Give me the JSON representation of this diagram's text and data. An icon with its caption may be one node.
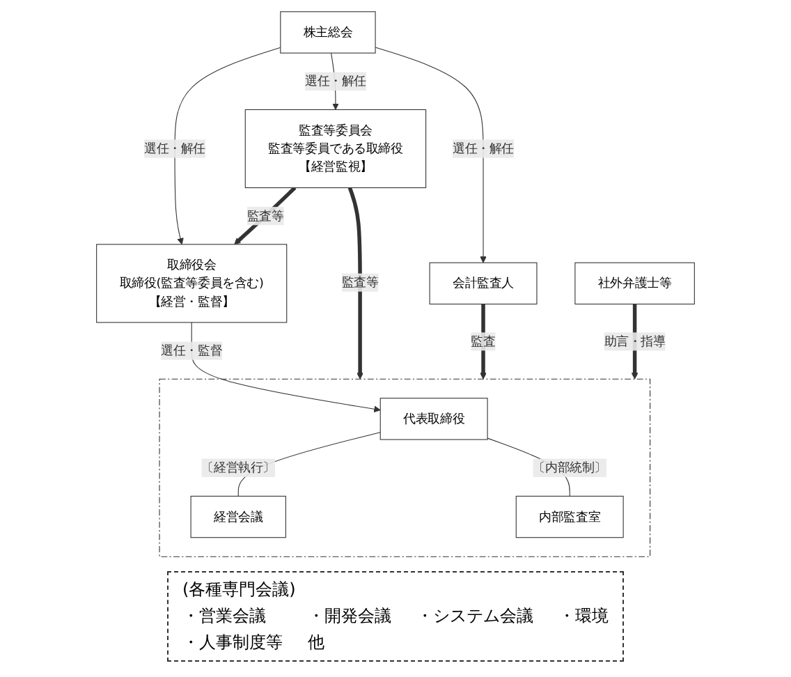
{
  "diagram": {
    "nodes": [
      {
        "text": [
          "株主総会"
        ]
      },
      {
        "text": [
          "取締役会",
          "取締役(監査等委員を含む)",
          "【経営・監督】"
        ]
      },
      {
        "text": [
          "監査等委員会",
          "監査等委員である取締役",
          "【経営監視】"
        ]
      },
      {
        "text": [
          "会計監査人"
        ]
      },
      {
        "text": [],
        "shape": "box"
      },
      {
        "text": [
          "代表取締役"
        ],
        "in": 4
      },
      {
        "text": [
          "経営会議"
        ],
        "in": 4
      },
      {
        "text": [
          "内部監査室"
        ],
        "in": 4
      },
      {
        "text": [
          "社外弁護士等"
        ]
      }
    ],
    "edges": [
      {
        "from": 0,
        "to": 1,
        "arrow": "to",
        "label": "選任・解任"
      },
      {
        "from": 0,
        "to": 2,
        "arrow": "to",
        "label": "選任・解任"
      },
      {
        "from": 0,
        "to": 3,
        "arrow": "to",
        "label": "選任・解任"
      },
      {
        "from": 2,
        "to": 1,
        "arrow": "to",
        "label": "監査等",
        "style": "thick"
      },
      {
        "from": 2,
        "to": 4,
        "arrow": "to",
        "label": "監査等",
        "style": "thick"
      },
      {
        "from": 3,
        "to": 4,
        "arrow": "to",
        "label": "監査",
        "style": "thick"
      },
      {
        "from": 1,
        "to": 5,
        "arrow": "to",
        "label": "選任・監督"
      },
      {
        "from": 5,
        "to": 6,
        "arrow": "none",
        "label": "〔経営執行〕"
      },
      {
        "from": 5,
        "to": 7,
        "arrow": "none",
        "label": "〔内部統制〕"
      },
      {
        "from": 8,
        "to": 4,
        "arrow": "to",
        "label": "助言・指導",
        "style": "thick"
      }
    ],
    "labels": [
      "(各種専門会議)",
      "・営業会議",
      "・開発会議",
      "・システム会議",
      "・環境",
      "・人事制度等",
      "他"
    ]
  }
}
